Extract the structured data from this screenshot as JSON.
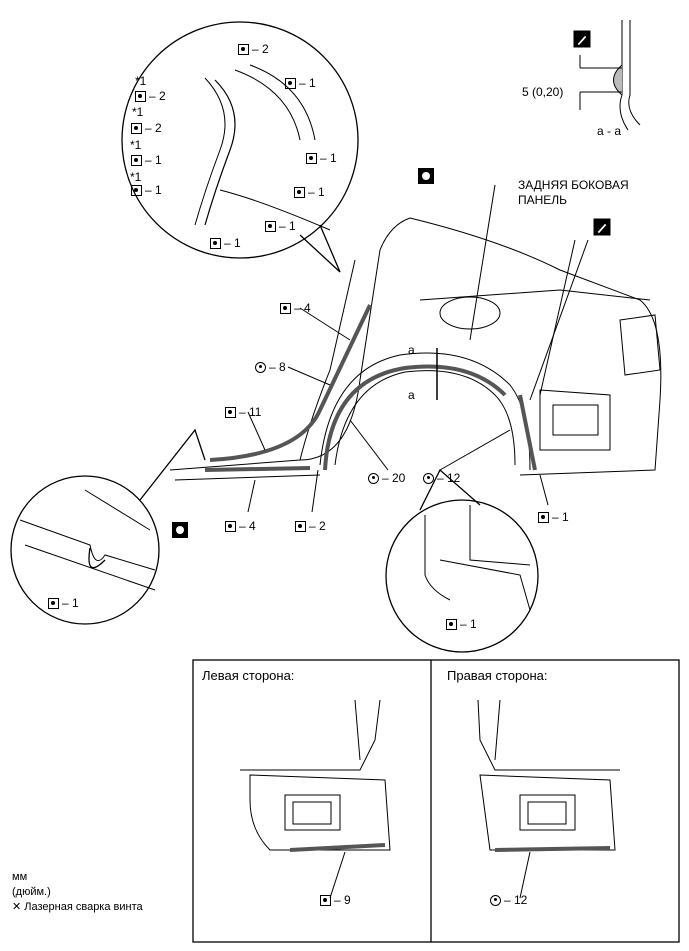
{
  "labels": {
    "panel_name_line1": "ЗАДНЯЯ БОКОВАЯ",
    "panel_name_line2": "ПАНЕЛЬ",
    "section_dim": "5 (0,20)",
    "section_title": "a - a",
    "section_a_mark": "a",
    "note_star": "*1"
  },
  "left_box_title": "Левая сторона:",
  "right_box_title": "Правая сторона:",
  "legend": {
    "units_line1": "мм",
    "units_line2": "(дюйм.)",
    "laser_symbol": "✕",
    "laser_text": "Лазерная сварка винта"
  },
  "callouts": {
    "c_zoom_2a": "– 2",
    "c_zoom_1a": "– 1",
    "c_zoom_2b": "– 2",
    "c_zoom_2c": "– 2",
    "c_zoom_1b": "– 1",
    "c_zoom_1c": "– 1",
    "c_zoom_1d": "– 1",
    "c_zoom_1e": "– 1",
    "c_zoom_1f": "– 1",
    "c_zoom_1g": "– 1",
    "c_main_4a": "– 4",
    "c_main_8": "– 8",
    "c_main_11": "– 11",
    "c_main_4b": "– 4",
    "c_main_2": "– 2",
    "c_main_20": "– 20",
    "c_main_12": "– 12",
    "c_main_1": "– 1",
    "c_zoomL_1": "– 1",
    "c_zoomR_1": "– 1",
    "c_boxL_9": "– 9",
    "c_boxR_12": "– 12"
  }
}
